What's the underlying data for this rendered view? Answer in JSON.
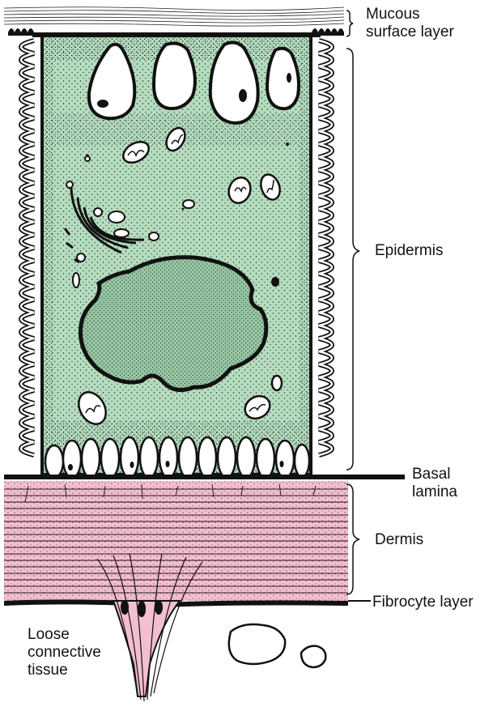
{
  "labels": {
    "mucous": "Mucous\nsurface layer",
    "epidermis": "Epidermis",
    "basal_lamina": "Basal\nlamina",
    "dermis": "Dermis",
    "fibrocyte": "Fibrocyte layer",
    "loose": "Loose\nconnective\ntissue"
  },
  "colors": {
    "cell_fill": "#b5dcbf",
    "dermis_fill": "#f3bfd0",
    "outline": "#111111",
    "white": "#ffffff"
  }
}
